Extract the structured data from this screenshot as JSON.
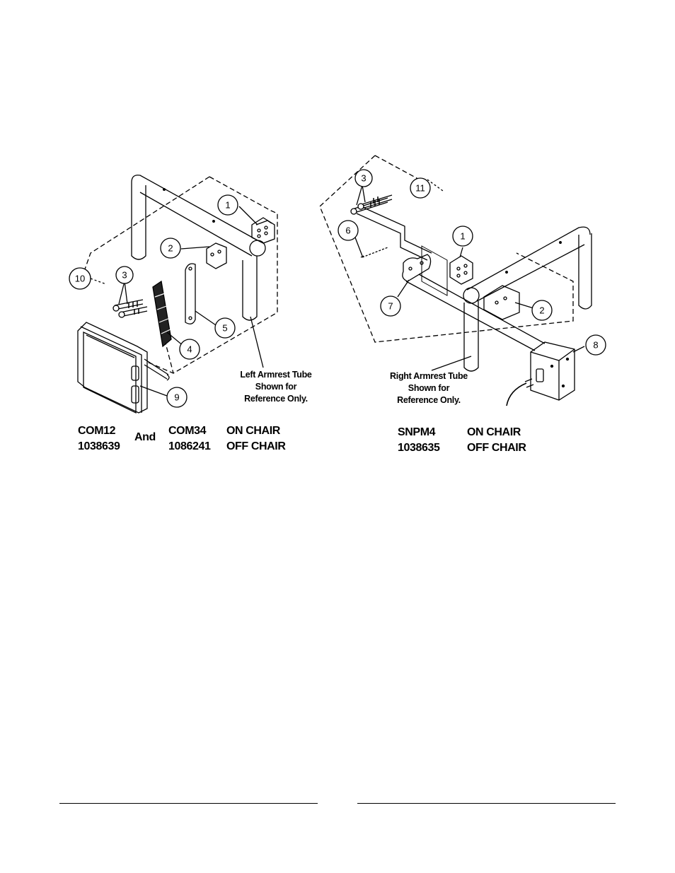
{
  "left_figure": {
    "callouts": [
      "1",
      "2",
      "3",
      "4",
      "5",
      "9",
      "10"
    ],
    "note": [
      "Left Armrest Tube",
      "Shown for",
      "Reference Only."
    ],
    "labels": {
      "code1": "COM12",
      "num1": "1038639",
      "and": "And",
      "code2": "COM34",
      "num2": "1086241",
      "on_chair": "ON CHAIR",
      "off_chair": "OFF CHAIR"
    }
  },
  "right_figure": {
    "callouts": [
      "3",
      "11",
      "6",
      "1",
      "7",
      "2",
      "8"
    ],
    "note": [
      "Right Armrest Tube",
      "Shown for",
      "Reference Only."
    ],
    "labels": {
      "code1": "SNPM4",
      "num1": "1038635",
      "on_chair": "ON CHAIR",
      "off_chair": "OFF CHAIR"
    }
  }
}
